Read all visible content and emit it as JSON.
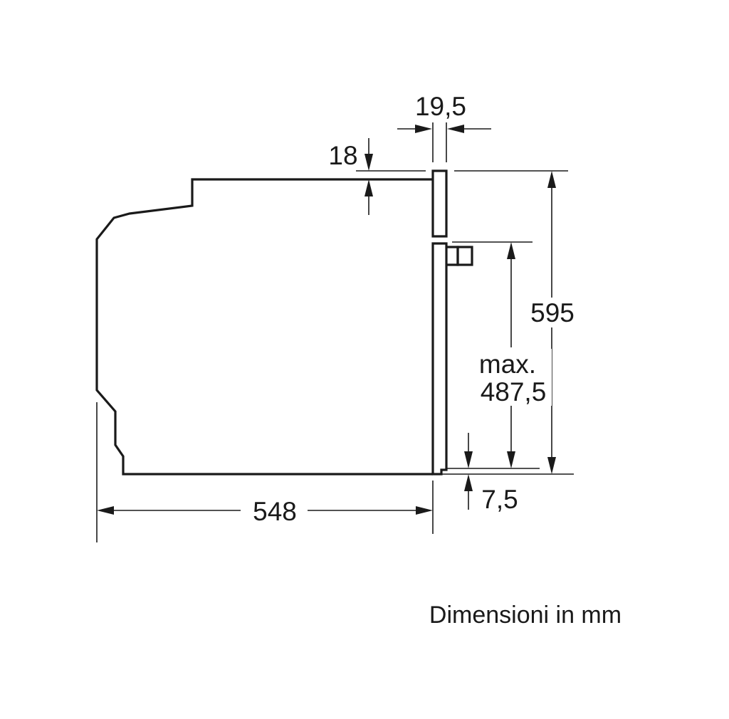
{
  "dimensions": {
    "depth": "548",
    "height": "595",
    "door_gap": "19,5",
    "top_offset": "18",
    "bottom_offset": "7,5",
    "max_label": "max.",
    "max_value": "487,5"
  },
  "caption": "Dimensioni in mm"
}
